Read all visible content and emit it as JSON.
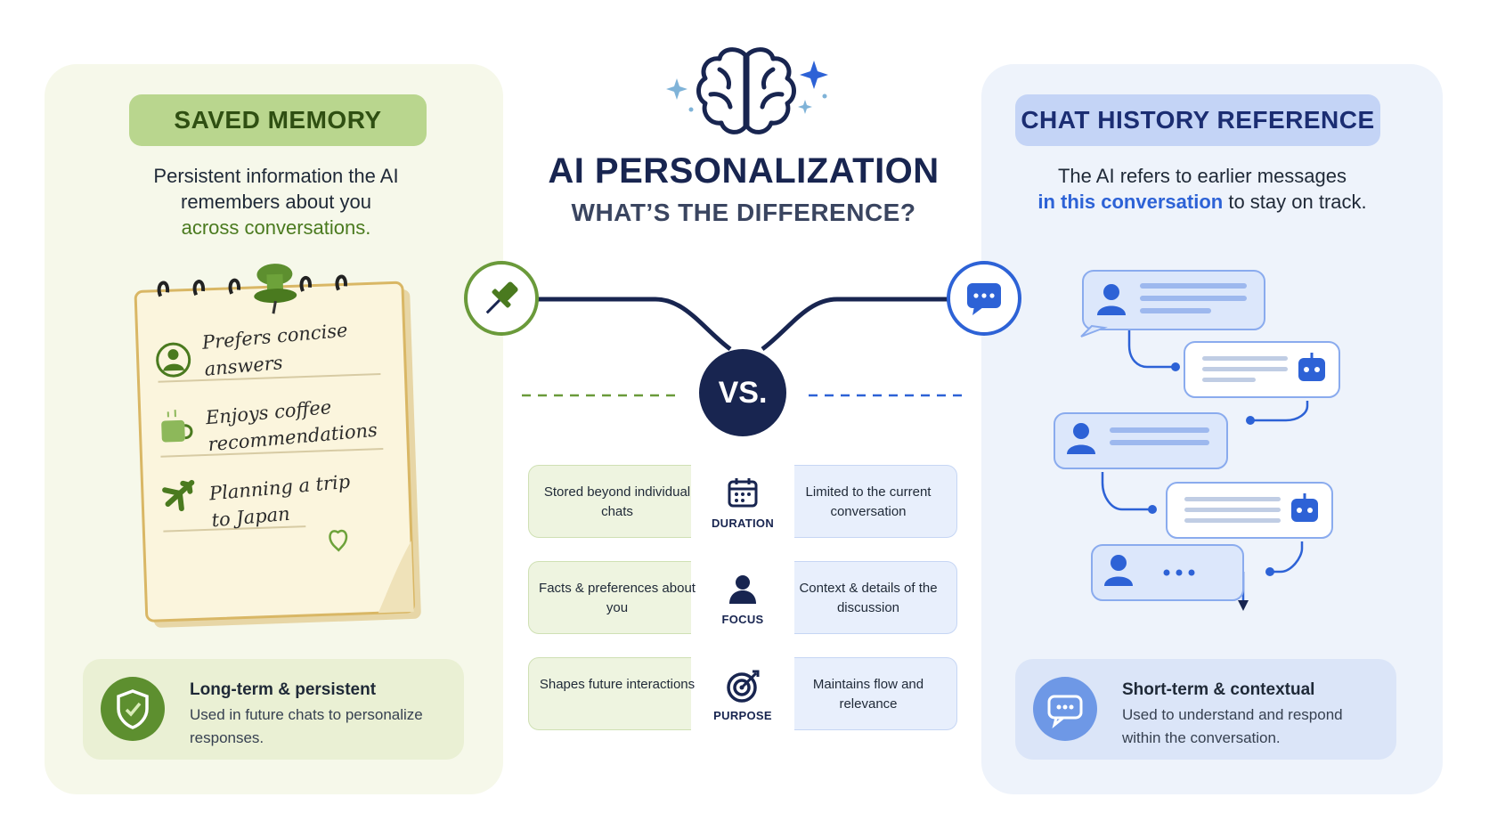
{
  "title": "AI PERSONALIZATION",
  "subtitle": "WHAT’S THE DIFFERENCE?",
  "vs_label": "VS.",
  "saved_memory": {
    "heading": "SAVED MEMORY",
    "description_lead": "Persistent information the AI remembers about you",
    "description_highlight": "across conversations.",
    "notes": [
      "Prefers concise answers",
      "Enjoys coffee recommendations",
      "Planning a trip to Japan"
    ],
    "summary_title": "Long-term & persistent",
    "summary_text": "Used in future chats to personalize responses."
  },
  "chat_history": {
    "heading": "CHAT HISTORY REFERENCE",
    "description_lead": "The AI refers to earlier messages",
    "description_highlight": "in this conversation",
    "description_tail": "to stay on track.",
    "summary_title": "Short-term & contextual",
    "summary_text": "Used to understand and respond within the conversation."
  },
  "comparison": [
    {
      "label": "DURATION",
      "left": "Stored beyond individual chats",
      "right": "Limited to the current conversation",
      "icon": "calendar-icon"
    },
    {
      "label": "FOCUS",
      "left": "Facts & preferences about you",
      "right": "Context & details of the discussion",
      "icon": "person-icon"
    },
    {
      "label": "PURPOSE",
      "left": "Shapes future interactions",
      "right": "Maintains flow and relevance",
      "icon": "target-icon"
    }
  ],
  "colors": {
    "navy": "#182550",
    "green_accent": "#4a7a1f",
    "blue_accent": "#2d62d6",
    "left_panel": "#f6f8ea",
    "right_panel": "#eef3fb"
  }
}
